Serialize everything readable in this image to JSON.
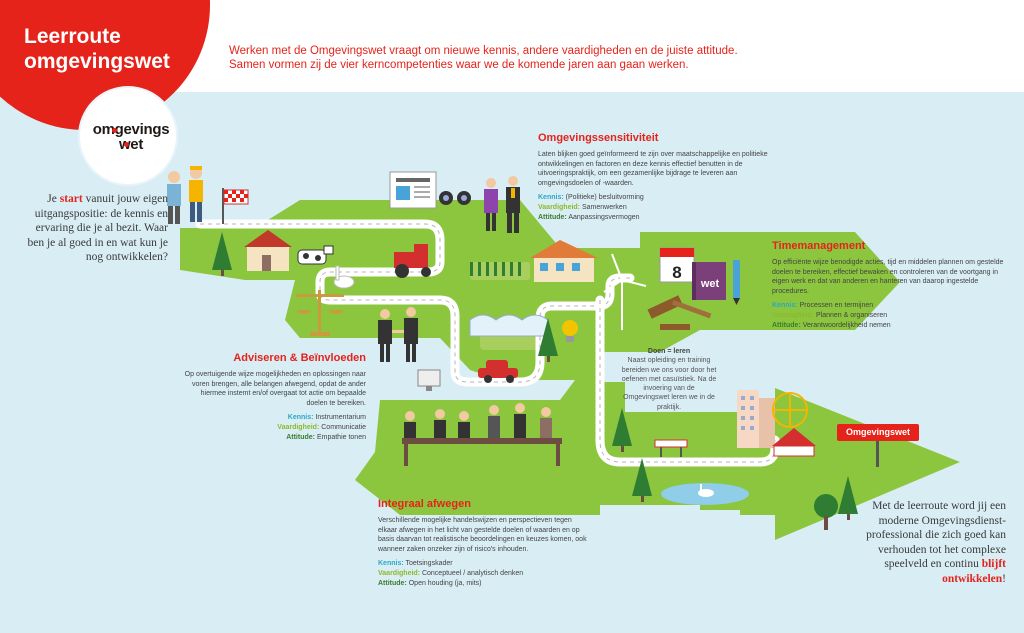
{
  "header": {
    "title_line1": "Leerroute",
    "title_line2": "omgevingswet",
    "intro_line1": "Werken met de Omgevingswet vraagt om nieuwe kennis, andere vaardigheden en de juiste attitude.",
    "intro_line2": "Samen vormen zij de vier kerncompetenties waar we de komende jaren aan gaan werken."
  },
  "logo": {
    "line1": "omgevings",
    "line2": "wet"
  },
  "start_text": {
    "pre": "Je ",
    "highlight": "start",
    "post": " vanuit jouw eigen uitgangspositie: de kennis en ervaring die je al bezit. Waar ben je al goed in en wat kun je nog ontwikkelen?"
  },
  "competencies": [
    {
      "title": "Omgevingssensitiviteit",
      "body": "Laten blijken goed geïnformeerd te zijn over maatschappelijke en politieke ontwikkelingen en factoren en deze kennis effectief benutten in de uitvoeringspraktijk, om een gezamenlijke bijdrage te leveren aan omgevingsdoelen of -waarden.",
      "kennis_label": "Kennis:",
      "kennis": "(Politieke) besluitvorming",
      "vaardigheid_label": "Vaardigheid:",
      "vaardigheid": "Samenwerken",
      "attitude_label": "Attitude:",
      "attitude": "Aanpassingsvermogen"
    },
    {
      "title": "Timemanagement",
      "body": "Op efficiënte wijze benodigde acties, tijd en middelen plannen om gestelde doelen te bereiken, effectief bewaken en controleren van de voortgang in eigen werk en dat van anderen en hanteren van daarop ingestelde procedures.",
      "kennis_label": "Kennis:",
      "kennis": "Processen en termijnen",
      "vaardigheid_label": "Vaardigheid:",
      "vaardigheid": "Plannen & organiseren",
      "attitude_label": "Attitude:",
      "attitude": "Verantwoordelijkheid nemen"
    },
    {
      "title": "Adviseren & Beïnvloeden",
      "body": "Op overtuigende wijze mogelijkheden en oplossingen naar voren brengen, alle belangen afwegend, opdat de ander hiermee instemt en/of overgaat tot actie om bepaalde doelen te bereiken.",
      "kennis_label": "Kennis:",
      "kennis": "Instrumentarium",
      "vaardigheid_label": "Vaardigheid:",
      "vaardigheid": "Communicatie",
      "attitude_label": "Attitude:",
      "attitude": "Empathie tonen"
    },
    {
      "title": "Integraal afwegen",
      "body": "Verschillende mogelijke handelswijzen en perspectieven tegen elkaar afwegen in het licht van gestelde doelen of waarden en op basis daarvan tot realistische beoordelingen en keuzes komen, ook wanneer zaken onzeker zijn of risico's inhouden.",
      "kennis_label": "Kennis:",
      "kennis": "Toetsingskader",
      "vaardigheid_label": "Vaardigheid:",
      "vaardigheid": "Conceptueel / analytisch denken",
      "attitude_label": "Attitude:",
      "attitude": "Open houding (ja, mits)"
    }
  ],
  "doen": {
    "title": "Doen = leren",
    "body": "Naast opleiding en training bereiden we ons voor door het oefenen met casuïstiek. Na de invoering van de Omgevingswet leren we in de praktijk."
  },
  "calendar": {
    "day": "8"
  },
  "book": {
    "label": "wet"
  },
  "road_sign": {
    "label": "Omgevingswet"
  },
  "end_text": {
    "pre": "Met de leerroute word jij een moderne Omgevingsdienst-professional die zich goed kan verhouden tot het complexe speelveld en continu ",
    "highlight": "blijft ontwikkelen",
    "post": "!"
  },
  "colors": {
    "accent_red": "#e5231b",
    "sky": "#d9edf5",
    "grass": "#8cc63f",
    "road": "#ffffff",
    "kennis": "#2ca8c4",
    "vaardigheid": "#8db92e",
    "attitude": "#3a7d2e"
  }
}
